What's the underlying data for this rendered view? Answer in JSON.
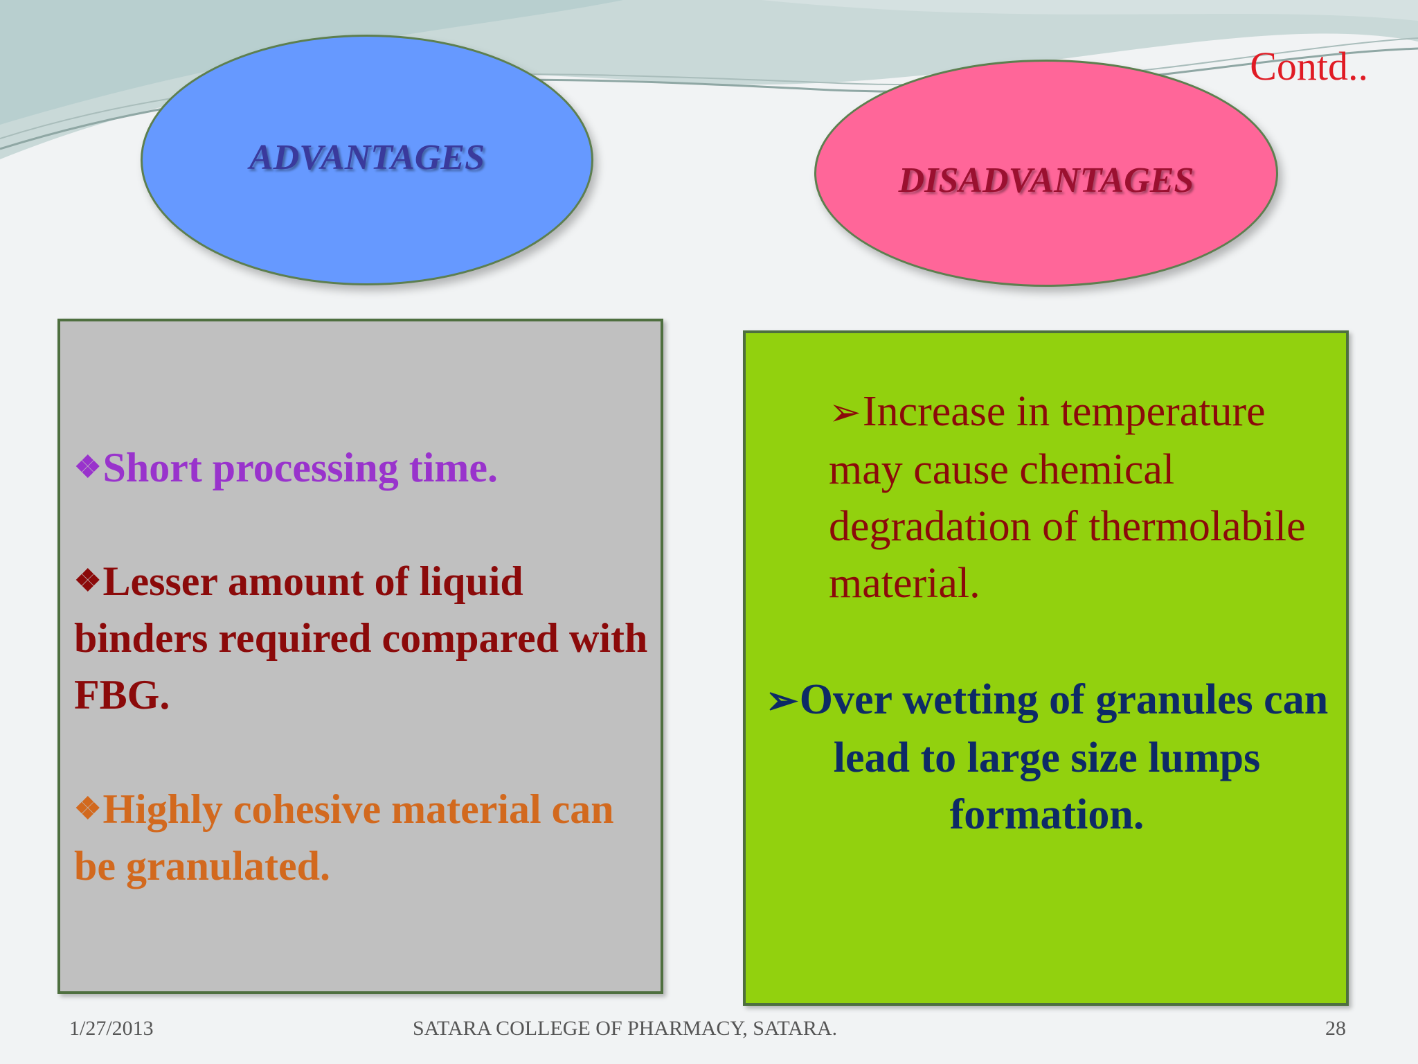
{
  "slide": {
    "contd": "Contd..",
    "advantages_heading": "ADVANTAGES",
    "disadvantages_heading": "DISADVANTAGES",
    "advantages": [
      {
        "text": "Short processing time.",
        "color": "#9933cc"
      },
      {
        "text": "Lesser amount of liquid binders required compared with FBG.",
        "color": "#8b0a0a"
      },
      {
        "text": "Highly cohesive material can be granulated.",
        "color": "#d2691e"
      }
    ],
    "disadvantages": [
      {
        "text": "Increase in temperature may cause chemical degradation of thermolabile material.",
        "color": "#8b0a0a"
      },
      {
        "text": "Over wetting of granules can lead to large size lumps formation.",
        "color": "#0d2a66"
      }
    ],
    "colors": {
      "advantages_ellipse": "#6699ff",
      "disadvantages_ellipse": "#ff6699",
      "advantages_box": "#c0c0c0",
      "disadvantages_box": "#92d10e"
    }
  },
  "footer": {
    "date": "1/27/2013",
    "institution": "SATARA COLLEGE OF PHARMACY, SATARA.",
    "page_number": "28"
  },
  "icons": {
    "advantage_bullet": "diamond-bullet-icon",
    "disadvantage_bullet": "arrow-bullet-icon"
  }
}
